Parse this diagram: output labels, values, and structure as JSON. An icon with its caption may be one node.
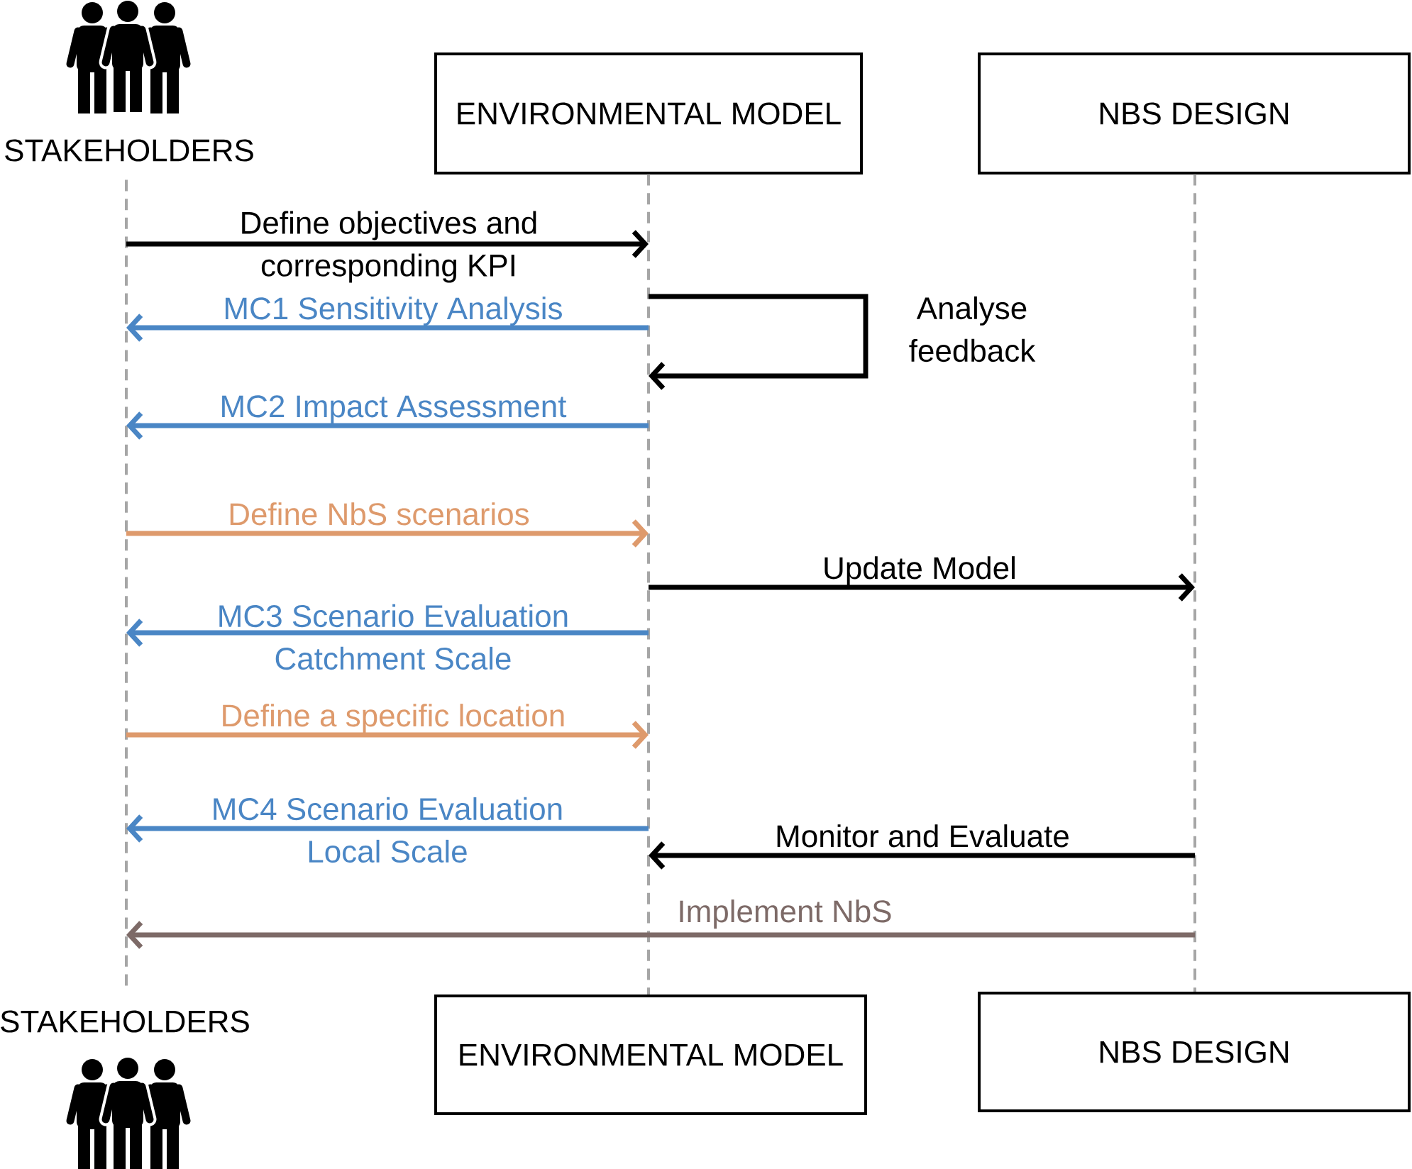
{
  "diagram": {
    "nodes": [
      {
        "text": [
          "STAKEHOLDERS"
        ]
      },
      {
        "text": [
          "ENVIRONMENTAL MODEL"
        ]
      },
      {
        "text": [
          "NBS DESIGN"
        ]
      },
      {
        "text": [],
        "shape": "line"
      },
      {
        "text": [],
        "shape": "line"
      },
      {
        "text": [],
        "shape": "line"
      },
      {
        "text": [
          "STAKEHOLDERS"
        ]
      },
      {
        "text": [
          "ENVIRONMENTAL MODEL"
        ]
      },
      {
        "text": [
          "NBS DESIGN"
        ]
      }
    ],
    "edges": [
      {
        "from": 3,
        "to": 4,
        "arrow": "to",
        "label": "Define objectives and corresponding KPI"
      },
      {
        "from": 4,
        "to": 3,
        "arrow": "to",
        "label": "MC1 Sensitivity Analysis",
        "color": "#4a86c5"
      },
      {
        "from": 4,
        "to": 4,
        "arrow": "to",
        "label": "Analyse feedback"
      },
      {
        "from": 4,
        "to": 3,
        "arrow": "to",
        "label": "MC2 Impact Assessment",
        "color": "#4a86c5"
      },
      {
        "from": 3,
        "to": 4,
        "arrow": "to",
        "label": "Define NbS scenarios",
        "color": "#de9a6c"
      },
      {
        "from": 4,
        "to": 5,
        "arrow": "to",
        "label": "Update Model"
      },
      {
        "from": 4,
        "to": 3,
        "arrow": "to",
        "label": "MC3 Scenario Evaluation Catchment Scale",
        "color": "#4a86c5"
      },
      {
        "from": 3,
        "to": 4,
        "arrow": "to",
        "label": "Define a specific location",
        "color": "#de9a6c"
      },
      {
        "from": 4,
        "to": 3,
        "arrow": "to",
        "label": "MC4 Scenario Evaluation Local Scale",
        "color": "#4a86c5"
      },
      {
        "from": 5,
        "to": 4,
        "arrow": "to",
        "label": "Monitor and Evaluate"
      },
      {
        "from": 5,
        "to": 3,
        "arrow": "to",
        "label": "Implement NbS",
        "color": "#7d6a67"
      }
    ]
  }
}
